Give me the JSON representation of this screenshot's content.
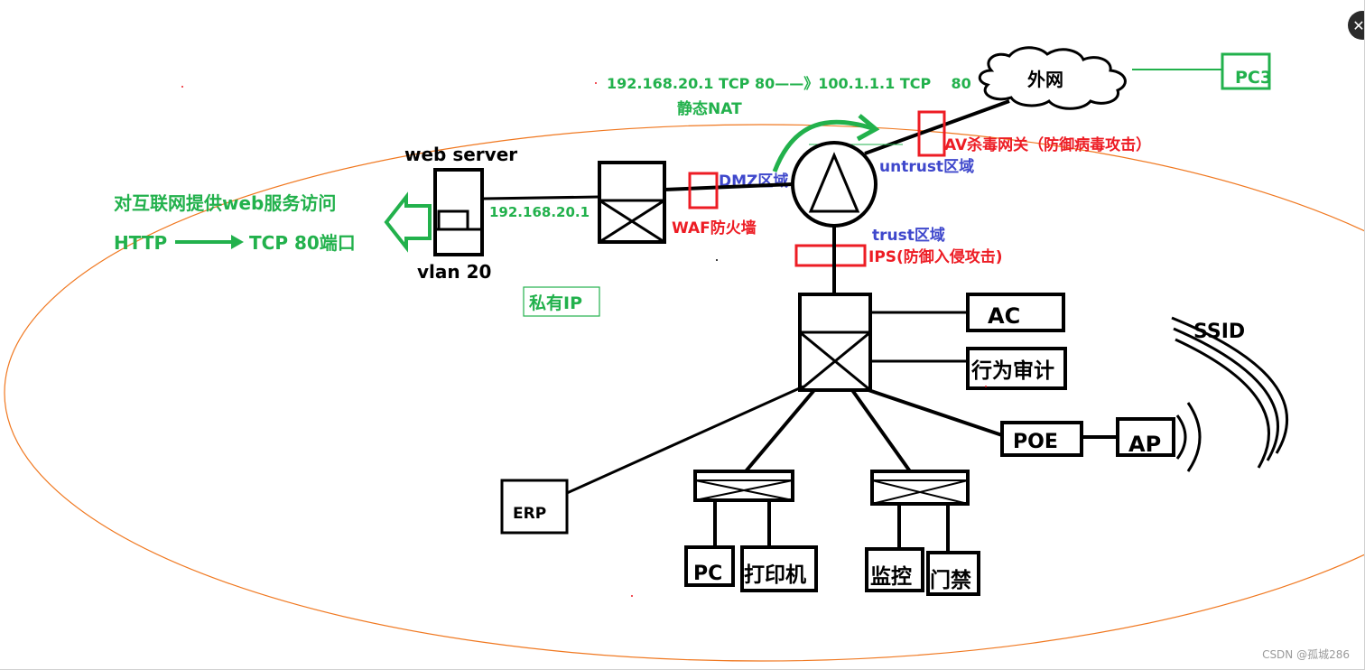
{
  "network": {
    "cloud": "外网",
    "pc3": "PC3",
    "nat_mapping": "192.168.20.1 TCP 80——》100.1.1.1 TCP    80",
    "nat_label": "静态NAT",
    "av_gateway": "AV杀毒网关（防御病毒攻击）",
    "dmz_zone": "DMZ区域",
    "untrust_zone": "untrust区域",
    "trust_zone": "trust区域",
    "waf": "WAF防火墙",
    "ips": "IPS(防御入侵攻击)",
    "web_server": "web server",
    "server_ip": "192.168.20.1",
    "vlan": "vlan 20",
    "private_ip": "私有IP",
    "service_desc": "对互联网提供web服务访问",
    "http_label": "HTTP",
    "tcp_label": "TCP 80端口",
    "ac": "AC",
    "audit": "行为审计",
    "poe": "POE",
    "ap": "AP",
    "ssid": "SSID",
    "erp": "ERP",
    "pc": "PC",
    "printer": "打印机",
    "monitor": "监控",
    "access_control": "门禁"
  },
  "colors": {
    "green": "#22b14c",
    "red": "#ed1c24",
    "blue": "#3f48cc",
    "orange": "#f07820",
    "black": "#000000"
  },
  "ui": {
    "close_icon": "✕",
    "watermark": "CSDN @孤城286"
  }
}
